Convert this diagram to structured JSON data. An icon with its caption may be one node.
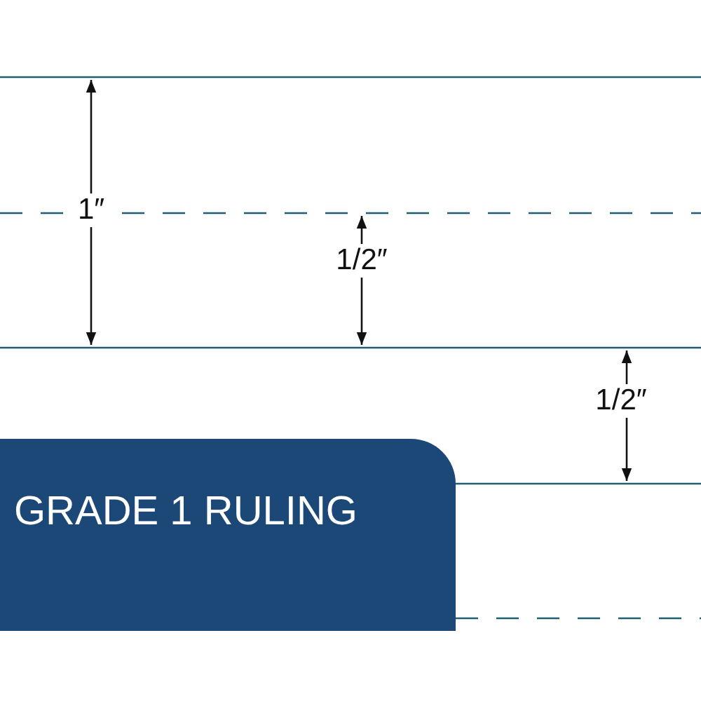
{
  "diagram": {
    "nodes": [
      {
        "text": [
          "GRADE 1 RULING"
        ]
      }
    ],
    "labels": [
      "1″",
      "1/2″",
      "1/2″"
    ]
  }
}
